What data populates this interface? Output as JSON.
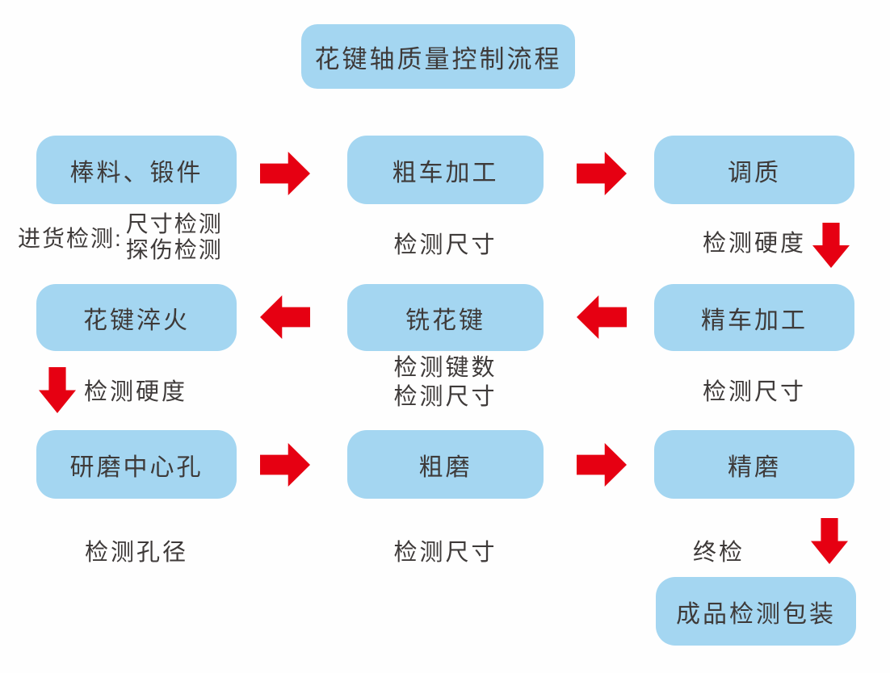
{
  "colors": {
    "node_fill": "#A4D6F1",
    "arrow_red": "#E60012",
    "text": "#3E3A39",
    "background": "#FEFEFE"
  },
  "nodes": {
    "title": "花键轴质量控制流程",
    "raw_material": "棒料、锻件",
    "rough_turning": "粗车加工",
    "quench_temper": "调质",
    "spline_quench": "花键淬火",
    "mill_spline": "铣花键",
    "fine_turning": "精车加工",
    "grind_center_hole": "研磨中心孔",
    "rough_grind": "粗磨",
    "fine_grind": "精磨",
    "final_pack": "成品检测包装"
  },
  "labels": {
    "incoming_prefix": "进货检测:",
    "incoming_line1": "尺寸检测",
    "incoming_line2": "探伤检测",
    "after_rough_turning": "检测尺寸",
    "after_quench_temper": "检测硬度",
    "after_spline_quench": "检测硬度",
    "after_mill_spline_line1": "检测键数",
    "after_mill_spline_line2": "检测尺寸",
    "after_fine_turning": "检测尺寸",
    "after_grind_center_hole": "检测孔径",
    "after_rough_grind": "检测尺寸",
    "after_fine_grind": "终检"
  },
  "arrows": [
    {
      "icon": "arrow-right-icon",
      "between": "raw_material → rough_turning"
    },
    {
      "icon": "arrow-right-icon",
      "between": "rough_turning → quench_temper"
    },
    {
      "icon": "arrow-down-icon",
      "between": "quench_temper → fine_turning"
    },
    {
      "icon": "arrow-left-icon",
      "between": "fine_turning → mill_spline"
    },
    {
      "icon": "arrow-left-icon",
      "between": "mill_spline → spline_quench"
    },
    {
      "icon": "arrow-down-icon",
      "between": "spline_quench → grind_center_hole"
    },
    {
      "icon": "arrow-right-icon",
      "between": "grind_center_hole → rough_grind"
    },
    {
      "icon": "arrow-right-icon",
      "between": "rough_grind → fine_grind"
    },
    {
      "icon": "arrow-down-icon",
      "between": "fine_grind → final_pack"
    }
  ]
}
